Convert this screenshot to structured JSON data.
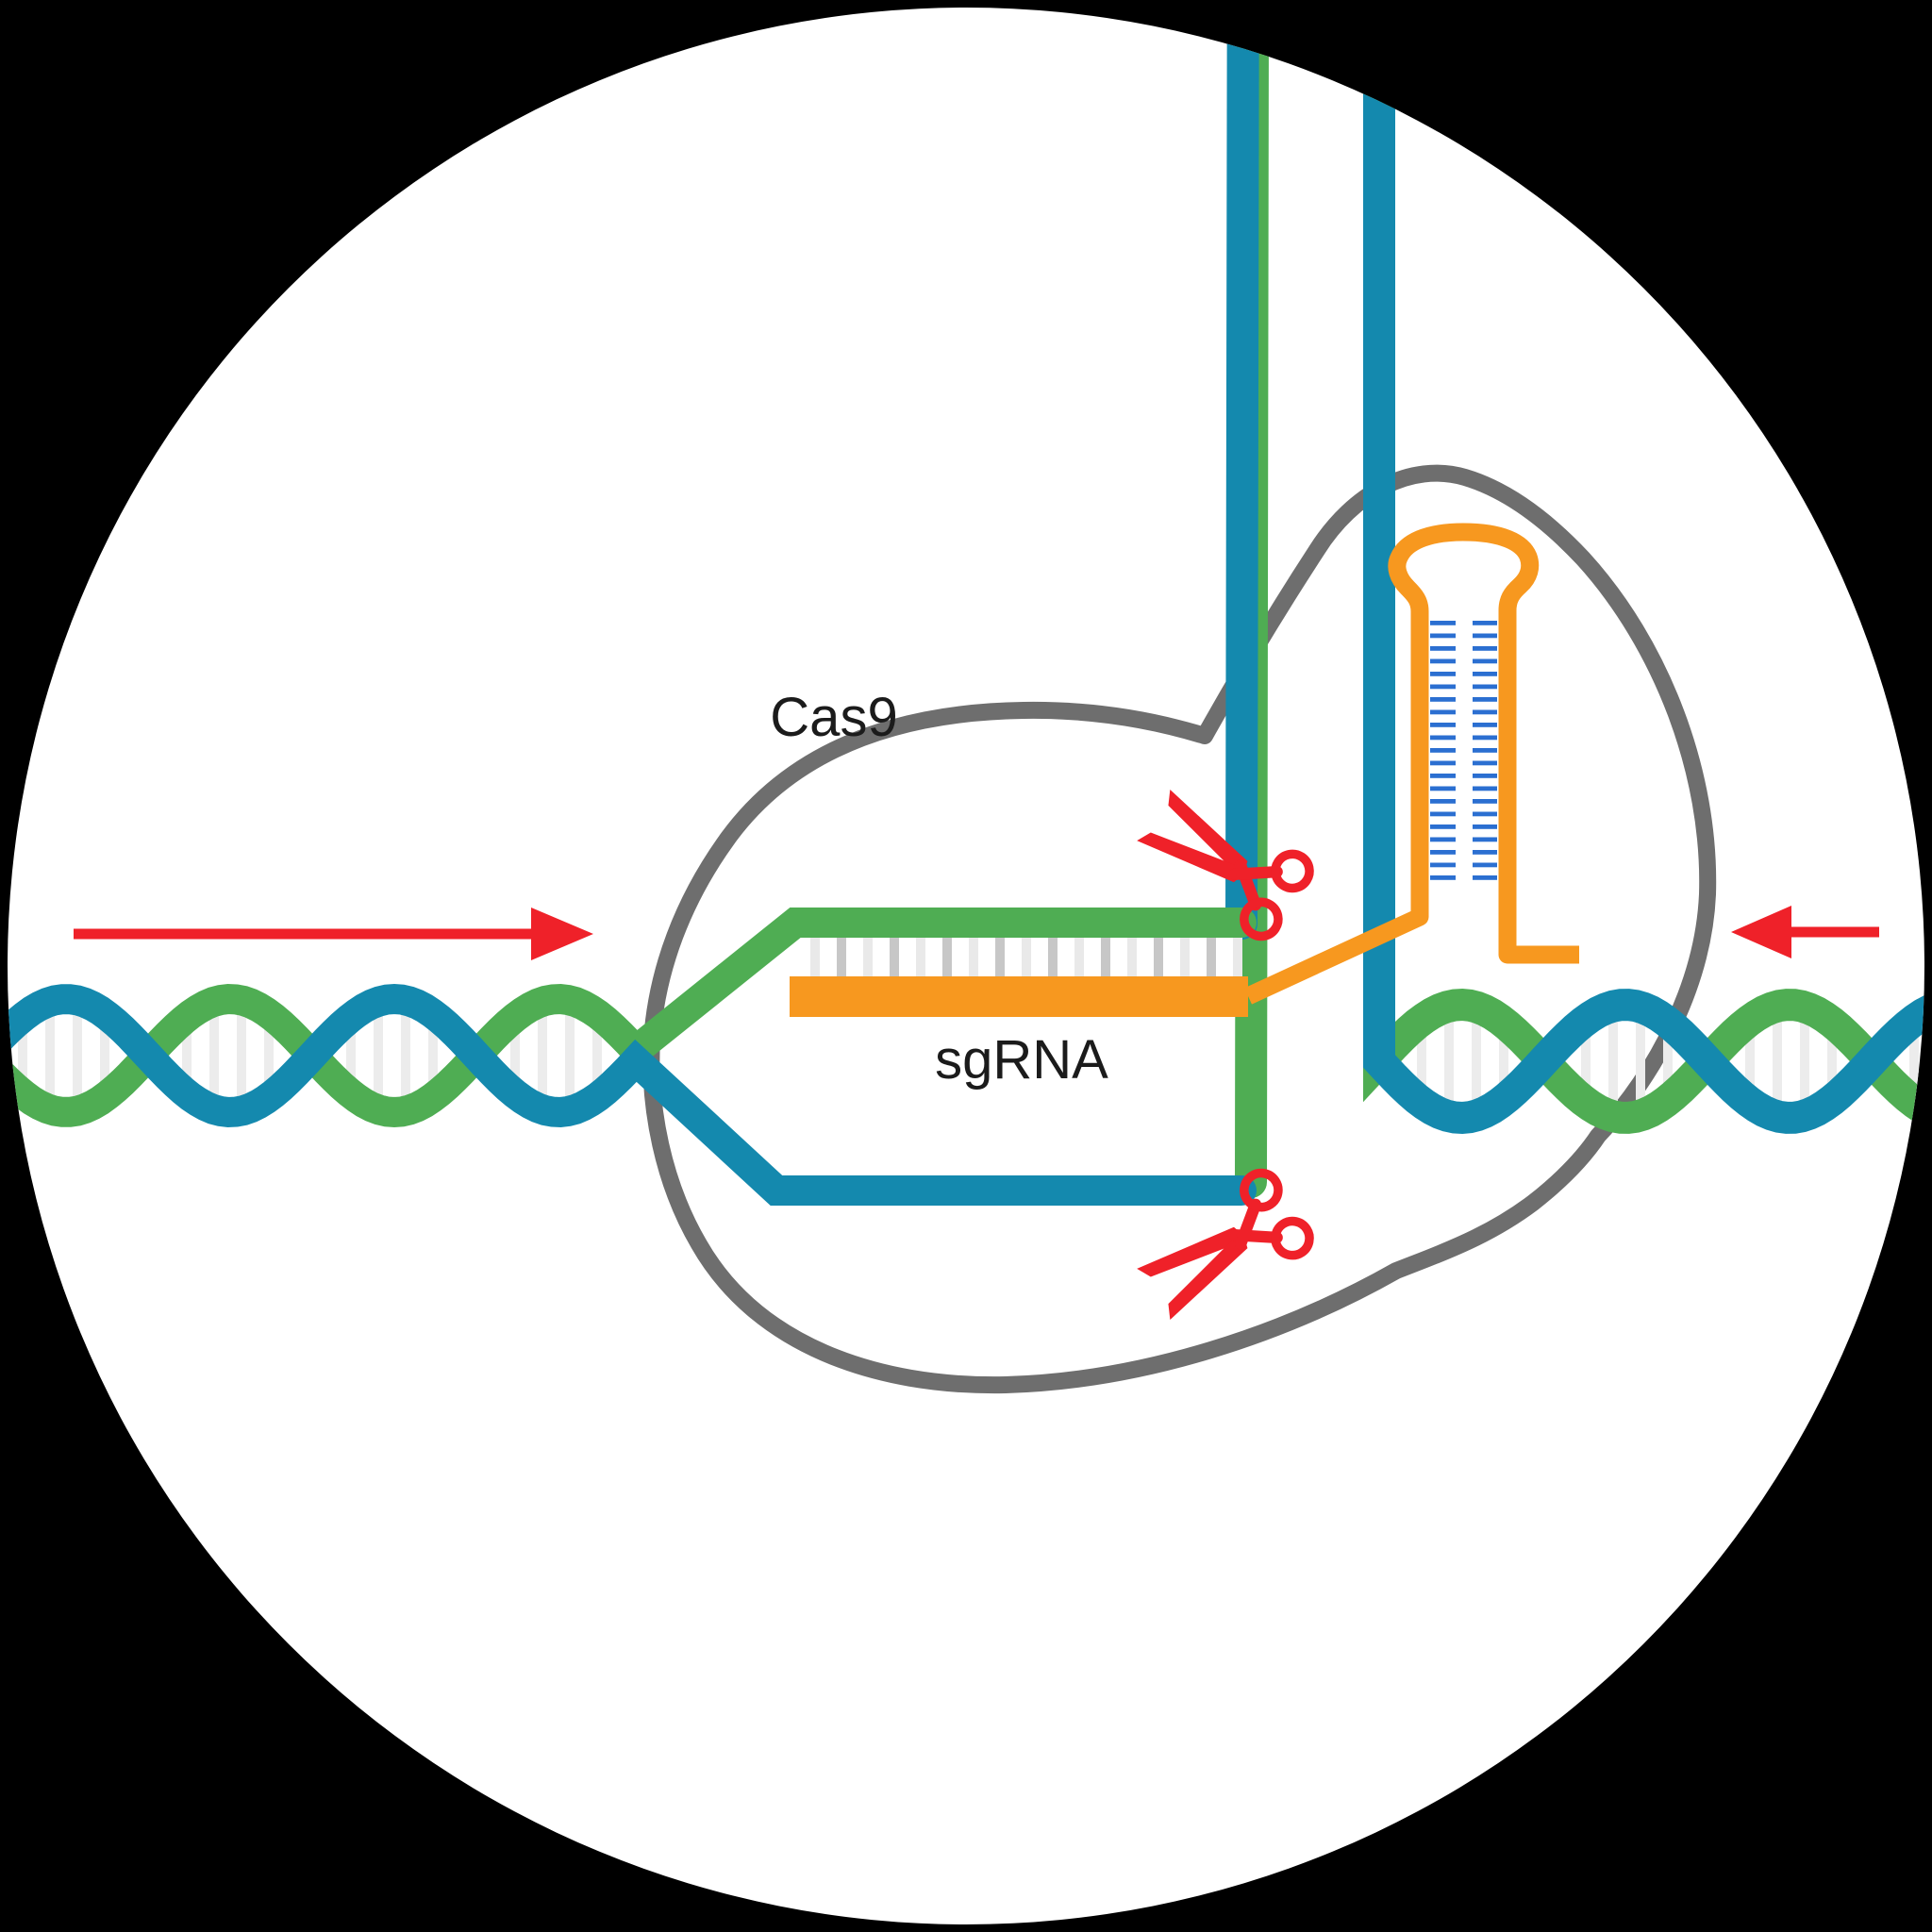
{
  "figure": {
    "type": "scientific-diagram",
    "subject": "CRISPR Cas9 protein with single guide RNA bound to unwound DNA double helix at target site"
  },
  "labels": {
    "cas9": "Cas9",
    "sgrna": "sgRNA"
  },
  "icons": {
    "top_cut_site": "scissors-icon",
    "bottom_cut_site": "scissors-icon",
    "left_direction": "arrow-right-icon",
    "right_direction": "arrow-left-icon"
  },
  "colors": {
    "bg": "#000000",
    "canvas": "#FFFFFF",
    "green": "#4FAD53",
    "teal": "#1489AE",
    "orange": "#F7981F",
    "protein": "#6E6E6E",
    "red": "#EF2129",
    "rungLight": "#E9E9E9",
    "rungDark": "#C7C7C7",
    "rungHelix": "#ECECEC",
    "rungBlue": "#2B6FD1",
    "text": "#1B1B1B"
  }
}
